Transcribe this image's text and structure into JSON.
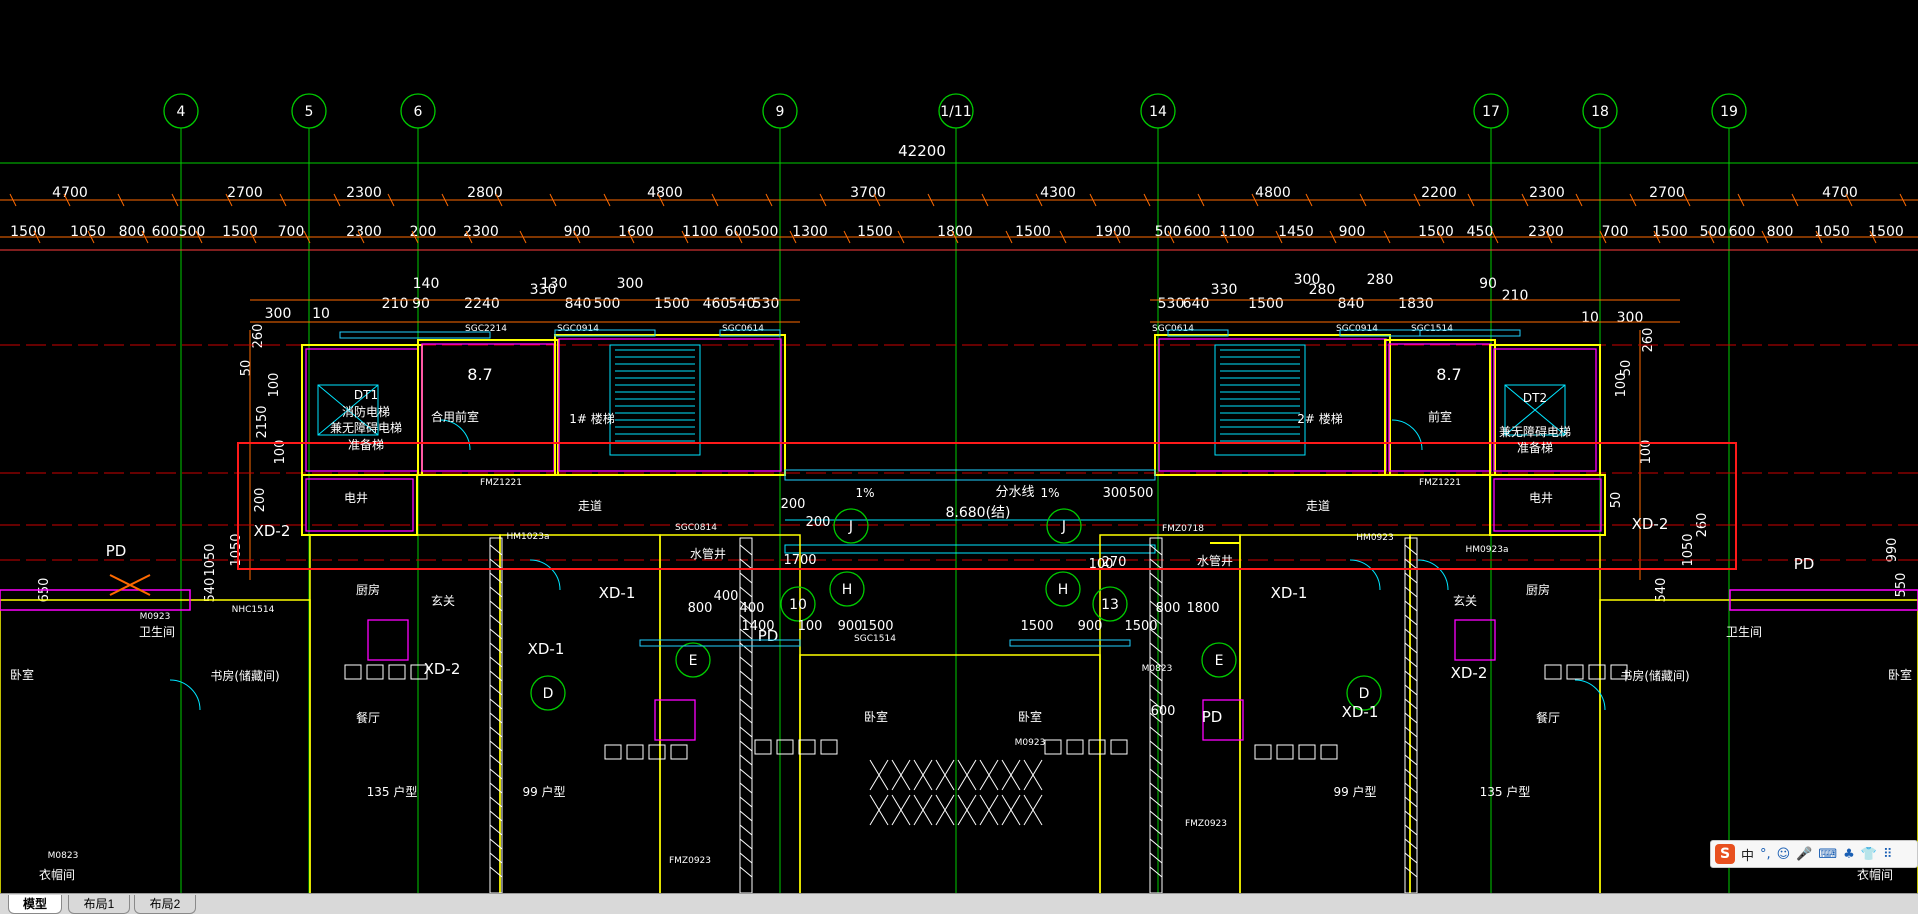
{
  "axes": [
    "4",
    "5",
    "6",
    "9",
    "1/11",
    "14",
    "17",
    "18",
    "19"
  ],
  "overall_dimension": "42200",
  "dim_row1": [
    "4700",
    "2700",
    "2300",
    "2800",
    "4800",
    "3700",
    "4300",
    "4800",
    "2200",
    "2300",
    "2700",
    "4700"
  ],
  "dim_row2": [
    "1500",
    "1050",
    "800",
    "600",
    "500",
    "1500",
    "700",
    "2300",
    "200",
    "2300",
    "900",
    "1600",
    "1100",
    "600",
    "500",
    "1300",
    "1500",
    "1800",
    "1500",
    "1900",
    "500",
    "600",
    "1100",
    "1450",
    "900",
    "1500",
    "450",
    "2300",
    "700",
    "1500",
    "500",
    "600",
    "800",
    "1050",
    "1500"
  ],
  "top_dims_left": [
    "300",
    "10",
    "140",
    "210",
    "90",
    "2240",
    "330",
    "130",
    "300",
    "840",
    "500",
    "1500",
    "460",
    "540",
    "530"
  ],
  "top_dims_right": [
    "530",
    "640",
    "330",
    "300",
    "280",
    "1500",
    "840",
    "280",
    "1830",
    "90",
    "210",
    "10",
    "300"
  ],
  "vert_dims_left": [
    "260",
    "50",
    "100",
    "2150",
    "100",
    "200",
    "1050",
    "540",
    "1050",
    "650"
  ],
  "vert_dims_right": [
    "260",
    "50",
    "100",
    "100",
    "50",
    "1050",
    "540",
    "550",
    "990",
    "260"
  ],
  "room_labels": {
    "left": [
      "合用前室",
      "1# 楼梯",
      "电井",
      "厨房",
      "玄关",
      "餐厅",
      "卧室",
      "书房(储藏间)",
      "卫生间",
      "走道",
      "水管井",
      "135 户型",
      "99 户型",
      "衣帽间",
      "DT1",
      "消防电梯",
      "兼无障碍电梯",
      "准备梯"
    ],
    "right": [
      "前室",
      "2# 楼梯",
      "电井",
      "厨房",
      "玄关",
      "餐厅",
      "卧室",
      "书房(储藏间)",
      "卫生间",
      "走道",
      "水管井",
      "135 户型",
      "99 户型",
      "衣帽间",
      "DT2",
      "兼无障碍电梯",
      "准备梯"
    ],
    "center": [
      "卧室",
      "卧室",
      "分水线"
    ]
  },
  "levels": [
    "8.7",
    "8.7",
    "8.680(结)"
  ],
  "slopes": [
    "1%",
    "1%"
  ],
  "circle_tags": [
    "J",
    "J",
    "H",
    "H",
    "10",
    "13",
    "E",
    "E",
    "D",
    "D"
  ],
  "fixture_tags": [
    "XD-2",
    "XD-2",
    "XD-1",
    "XD-1",
    "XD-2",
    "XD-2",
    "XD-1",
    "XD-1",
    "PD",
    "PD",
    "PD",
    "PD"
  ],
  "small_tags": [
    "SGC2214",
    "SGC0914",
    "SGC0614",
    "SGC0614",
    "SGC0914",
    "SGC1514",
    "FMZ1221",
    "FMZ1221",
    "HM1023a",
    "HM0923",
    "HM0923a",
    "M0923",
    "M0823",
    "FMZ0923",
    "NHC1514",
    "SGC1514",
    "FMZ0718",
    "SGC0814",
    "M0823",
    "M0923",
    "FMZ0923"
  ],
  "mid_dims": [
    "200",
    "200",
    "300",
    "500",
    "1700",
    "400",
    "1400",
    "100",
    "900",
    "1500",
    "1500",
    "900",
    "1500",
    "800",
    "400",
    "800",
    "1800",
    "270",
    "600",
    "100"
  ],
  "layout_tabs": [
    "模型",
    "布局1",
    "布局2"
  ],
  "active_tab": "模型",
  "ime": {
    "logo": "S",
    "lang": "中",
    "items": [
      "°,",
      "☺",
      "🎤",
      "⌨",
      "♣",
      "👕",
      "⠿"
    ]
  },
  "colors": {
    "axis": "#00cc00",
    "dim": "#ff6a00",
    "dimtext": "#ffffff",
    "wall": "#ff00ff",
    "wall2": "#ffff00",
    "redbox": "#ff1a1a",
    "cyan": "#00e5ff",
    "window": "#1fd1ff",
    "hatch": "#ffffff"
  }
}
